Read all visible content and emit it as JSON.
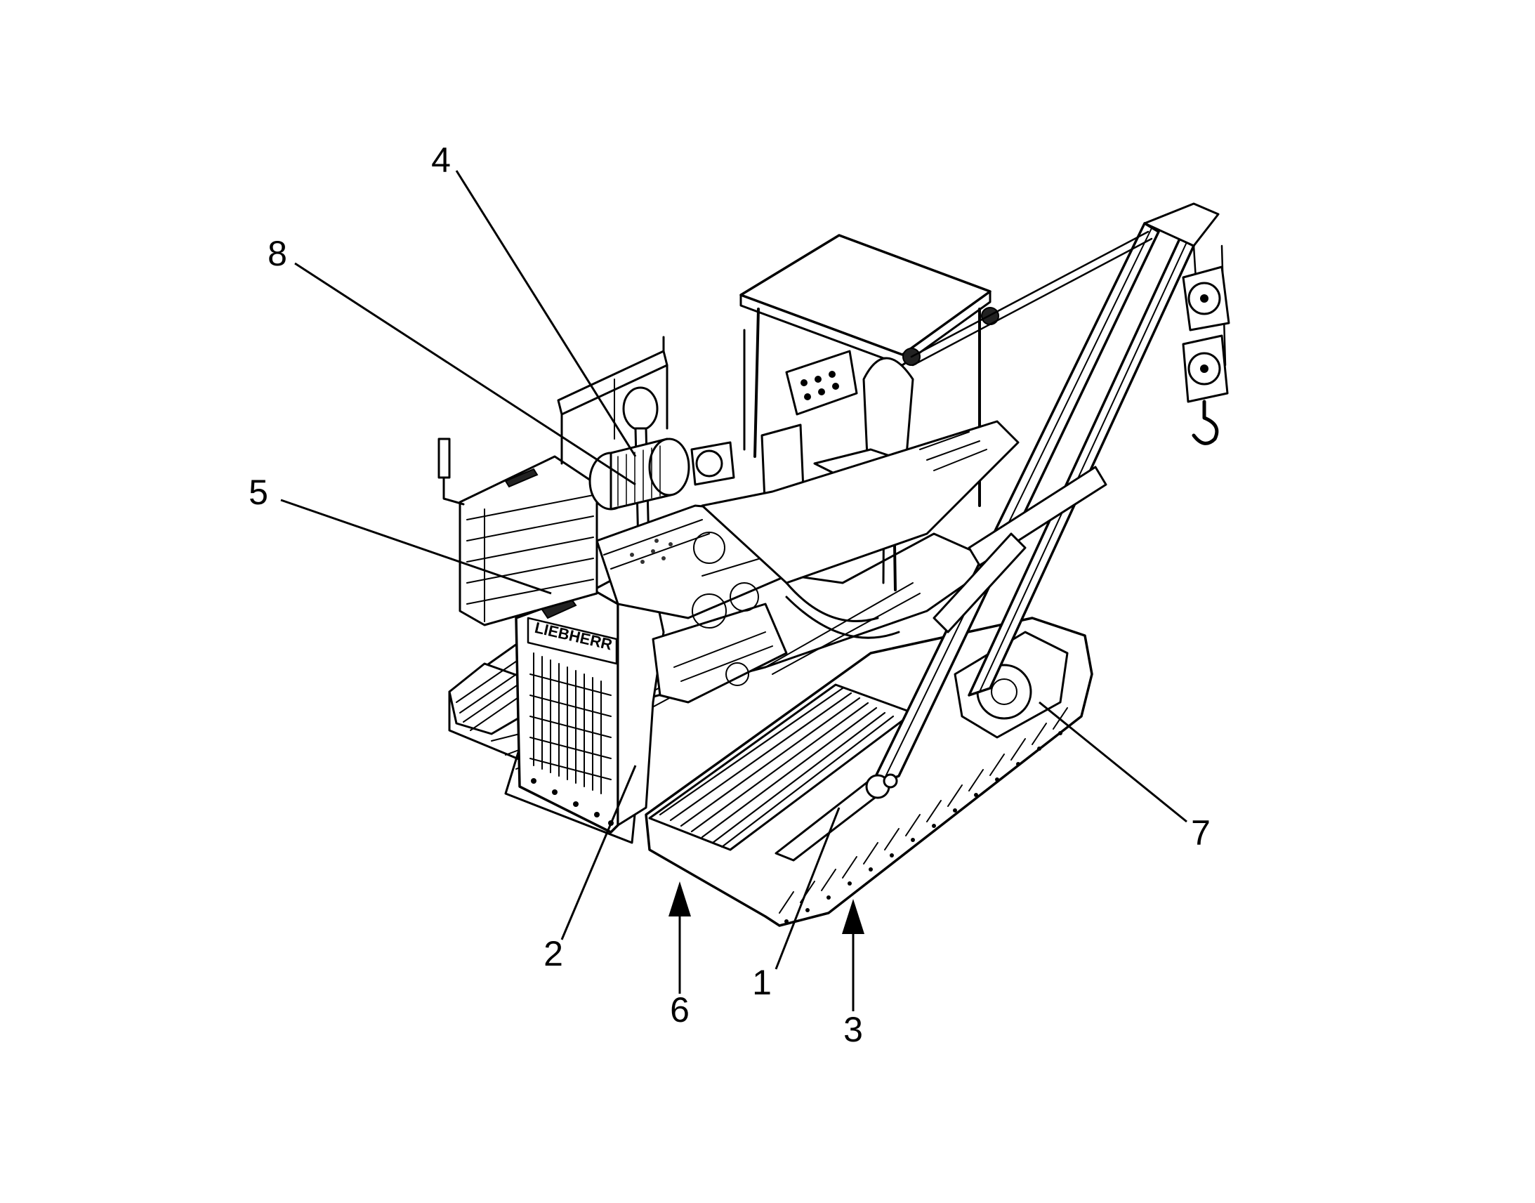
{
  "figure": {
    "callouts": [
      {
        "id": "1",
        "label": "1"
      },
      {
        "id": "2",
        "label": "2"
      },
      {
        "id": "3",
        "label": "3"
      },
      {
        "id": "4",
        "label": "4"
      },
      {
        "id": "5",
        "label": "5"
      },
      {
        "id": "6",
        "label": "6"
      },
      {
        "id": "7",
        "label": "7"
      },
      {
        "id": "8",
        "label": "8"
      }
    ],
    "grille_brand_text": "LIEBHERR"
  },
  "colors": {
    "ink": "#000000",
    "paper": "#ffffff",
    "shade": "#222222"
  }
}
